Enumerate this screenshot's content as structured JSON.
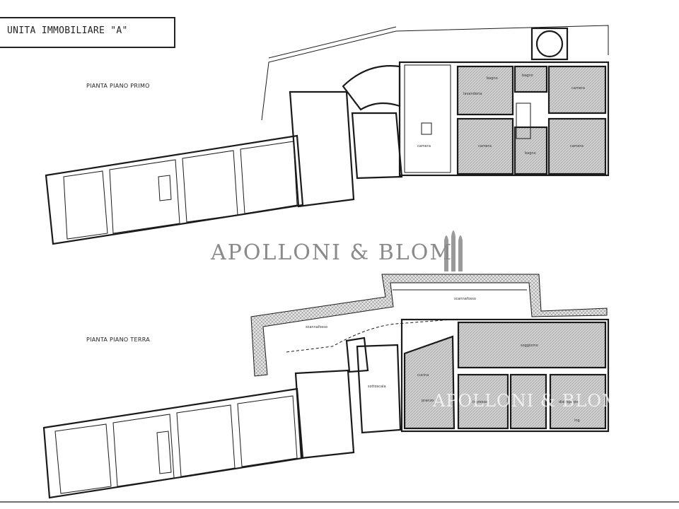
{
  "header": {
    "title": "UNITA IMMOBILIARE \"A\""
  },
  "plans": {
    "upper_label": "PIANTA PIANO PRIMO",
    "lower_label": "PIANTA PIANO TERRA"
  },
  "upper_rooms": {
    "bagno1": "bagno",
    "bagno2": "bagno",
    "lavanderia": "lavanderia",
    "camera_a": "camera",
    "camera_b": "camera",
    "camera_c": "camera",
    "bagno3": "bagno",
    "camera_d": "camera"
  },
  "lower_rooms": {
    "soggiorno": "soggiorno",
    "cucina": "cucina",
    "pranzo": "pranzo",
    "ingresso": "ingresso",
    "sgabuzzino": "sottoscala",
    "corridoio": "disimpegno",
    "scannafosso": "scannafosso",
    "scannafosso2": "scannafosso",
    "ing": "ing"
  },
  "watermark": {
    "brand": "APOLLONI & BLOM",
    "brand_overlay": "APOLLONI & BLOM"
  },
  "colors": {
    "line": "#1a1a1a",
    "watermark": "#8a8a8a"
  }
}
